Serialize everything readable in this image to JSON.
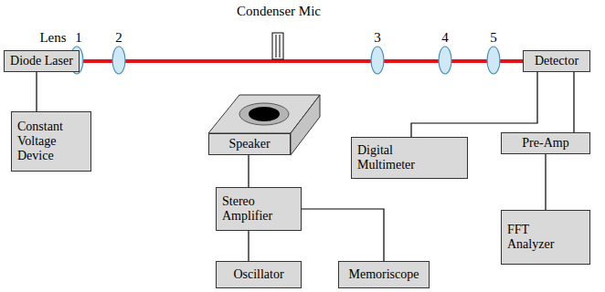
{
  "diagram": {
    "nodes": [
      {
        "text": [
          "Diode Laser"
        ]
      },
      {
        "text": [
          "Detector"
        ]
      },
      {
        "text": [
          "Constant Voltage Device"
        ]
      },
      {
        "text": [
          "Speaker"
        ]
      },
      {
        "text": [
          "Pre-Amp"
        ]
      },
      {
        "text": [
          "Digital Multimeter"
        ]
      },
      {
        "text": [
          "Stereo Amplifier"
        ]
      },
      {
        "text": [
          "FFT Analyzer"
        ]
      },
      {
        "text": [
          "Oscillator"
        ]
      },
      {
        "text": [
          "Memoriscope"
        ]
      }
    ],
    "edges": [
      {
        "from": 0,
        "to": 1,
        "arrow": "none"
      },
      {
        "from": 0,
        "to": 2,
        "arrow": "none"
      },
      {
        "from": 3,
        "to": 6,
        "arrow": "none"
      },
      {
        "from": 6,
        "to": 8,
        "arrow": "none"
      },
      {
        "from": 6,
        "to": 9,
        "arrow": "none"
      },
      {
        "from": 1,
        "to": 5,
        "arrow": "none"
      },
      {
        "from": 1,
        "to": 4,
        "arrow": "none"
      },
      {
        "from": 4,
        "to": 7,
        "arrow": "none"
      }
    ],
    "labels": [
      "Condenser Mic",
      "Lens",
      "1",
      "2",
      "3",
      "4",
      "5"
    ]
  }
}
